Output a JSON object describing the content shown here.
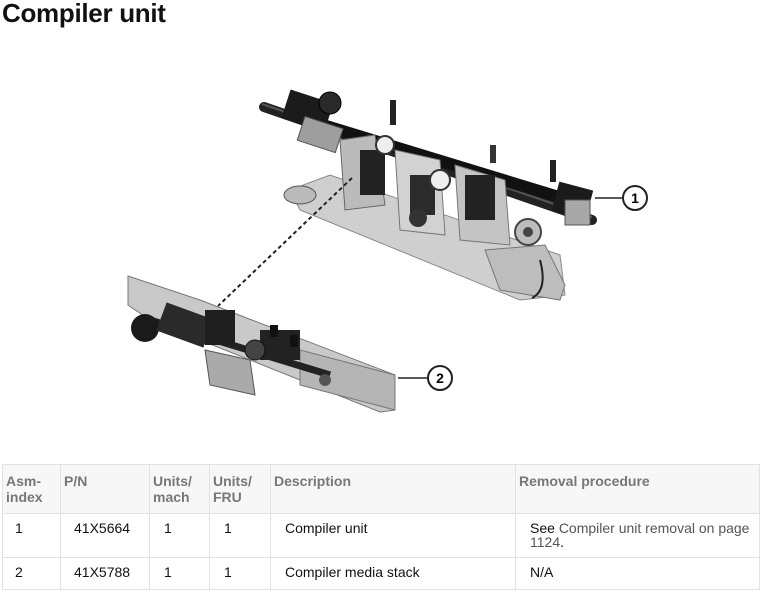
{
  "page": {
    "title": "Compiler unit"
  },
  "figure": {
    "callouts": [
      "1",
      "2"
    ]
  },
  "table": {
    "headers": {
      "asm_index": "Asm-\nindex",
      "pn": "P/N",
      "units_mach": "Units/\nmach",
      "units_fru": "Units/\nFRU",
      "description": "Description",
      "removal": "Removal procedure"
    },
    "rows": [
      {
        "asm_index": "1",
        "pn": "41X5664",
        "units_mach": "1",
        "units_fru": "1",
        "description": "Compiler unit",
        "removal_prefix": "See ",
        "removal_link": "Compiler unit removal on page 1124",
        "removal_suffix": "."
      },
      {
        "asm_index": "2",
        "pn": "41X5788",
        "units_mach": "1",
        "units_fru": "1",
        "description": "Compiler media stack",
        "removal_prefix": "N/A",
        "removal_link": "",
        "removal_suffix": ""
      }
    ]
  }
}
